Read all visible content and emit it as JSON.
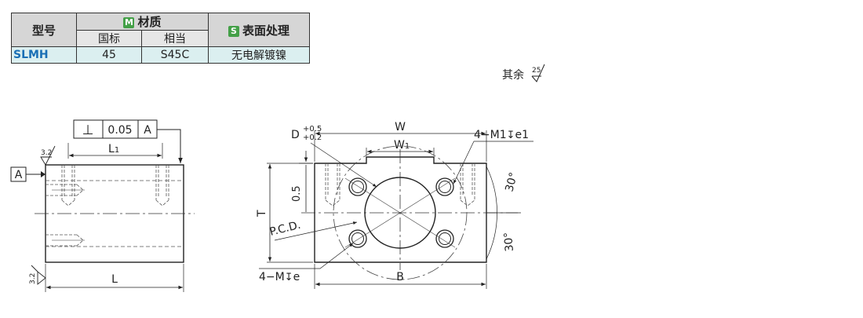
{
  "spec_table": {
    "header_model": "型号",
    "header_material": "材质",
    "material_badge": "M",
    "header_treatment": "表面处理",
    "treatment_badge": "S",
    "sub_national": "国标",
    "sub_equivalent": "相当",
    "row": {
      "model": "SLMH",
      "national": "45",
      "equivalent": "S45C",
      "treatment": "无电解镀镍"
    },
    "colors": {
      "header_bg": "#d6d6d6",
      "row_bg": "#dbeff0",
      "model_text": "#1a6fb5",
      "badge": "#43a047"
    }
  },
  "roughness_note": {
    "text": "其余",
    "value": "25"
  },
  "side_view": {
    "tolerance_symbol": "⊥",
    "tolerance_value": "0.05",
    "datum": "A",
    "datum_box": "A",
    "roughness_top": "3.2",
    "roughness_bottom": "3.2",
    "dim_L1_main": "L",
    "dim_L1_sub": "1",
    "dim_L": "L"
  },
  "front_view": {
    "dim_D": "D",
    "D_tol_upper": "+0.5",
    "D_tol_lower": "+0.2",
    "dim_W": "W",
    "dim_W1_main": "W",
    "dim_W1_sub": "1",
    "hole_callout_top": "4−M1",
    "hole_callout_top_suffix": "e1",
    "depth_symbol": "↧",
    "dim_05": "0.5",
    "dim_T": "T",
    "pcd": "P.C.D.",
    "angle_top": "30°",
    "angle_bottom": "30°",
    "hole_callout_bottom": "4−M",
    "hole_callout_bottom_suffix": "e",
    "dim_B": "B"
  }
}
